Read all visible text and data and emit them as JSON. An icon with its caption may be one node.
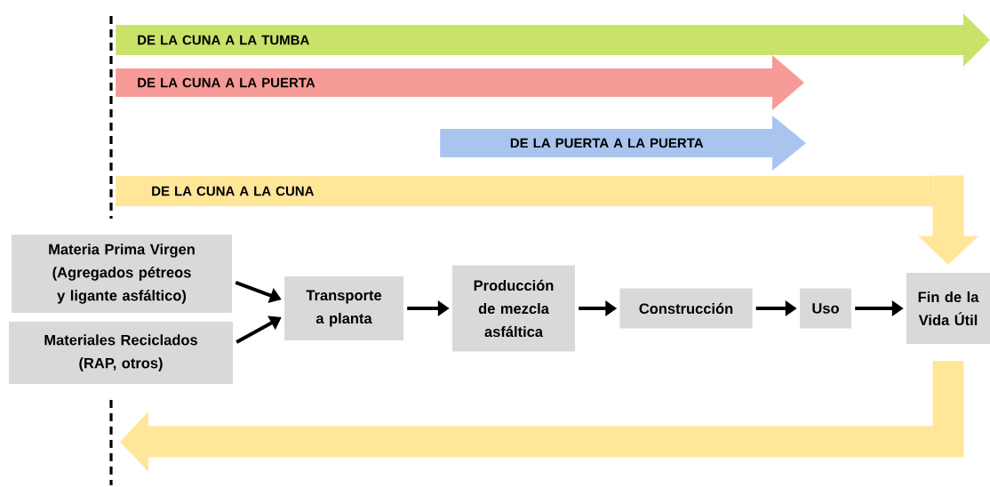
{
  "diagram": {
    "nodes": [
      {
        "text": [
          "DE LA CUNA A LA TUMBA"
        ]
      },
      {
        "text": [
          "DE LA CUNA A LA PUERTA"
        ]
      },
      {
        "text": [
          "DE LA PUERTA A LA PUERTA"
        ]
      },
      {
        "text": [
          "DE LA CUNA A LA CUNA"
        ]
      },
      {
        "text": [
          "Materia Prima Virgen (Agregados pétreos y ligante asfáltico)"
        ]
      },
      {
        "text": [
          "Materiales Reciclados (RAP, otros)"
        ]
      },
      {
        "text": [
          "Transporte a planta"
        ]
      },
      {
        "text": [
          "Producción de mezcla asfáltica"
        ]
      },
      {
        "text": [
          "Construcción"
        ]
      },
      {
        "text": [
          "Uso"
        ]
      },
      {
        "text": [
          "Fin de la Vida Útil"
        ]
      }
    ],
    "edges": [
      {
        "from": 4,
        "to": 6,
        "arrow": "to"
      },
      {
        "from": 5,
        "to": 6,
        "arrow": "to"
      },
      {
        "from": 6,
        "to": 7,
        "arrow": "to"
      },
      {
        "from": 7,
        "to": 8,
        "arrow": "to"
      },
      {
        "from": 8,
        "to": 9,
        "arrow": "to"
      },
      {
        "from": 9,
        "to": 10,
        "arrow": "to"
      },
      {
        "from": 3,
        "to": 10,
        "arrow": "to",
        "style": "thick",
        "color": "#ffe699"
      },
      {
        "from": 10,
        "to": null,
        "arrow": "to",
        "style": "thick",
        "color": "#ffe699"
      }
    ]
  }
}
